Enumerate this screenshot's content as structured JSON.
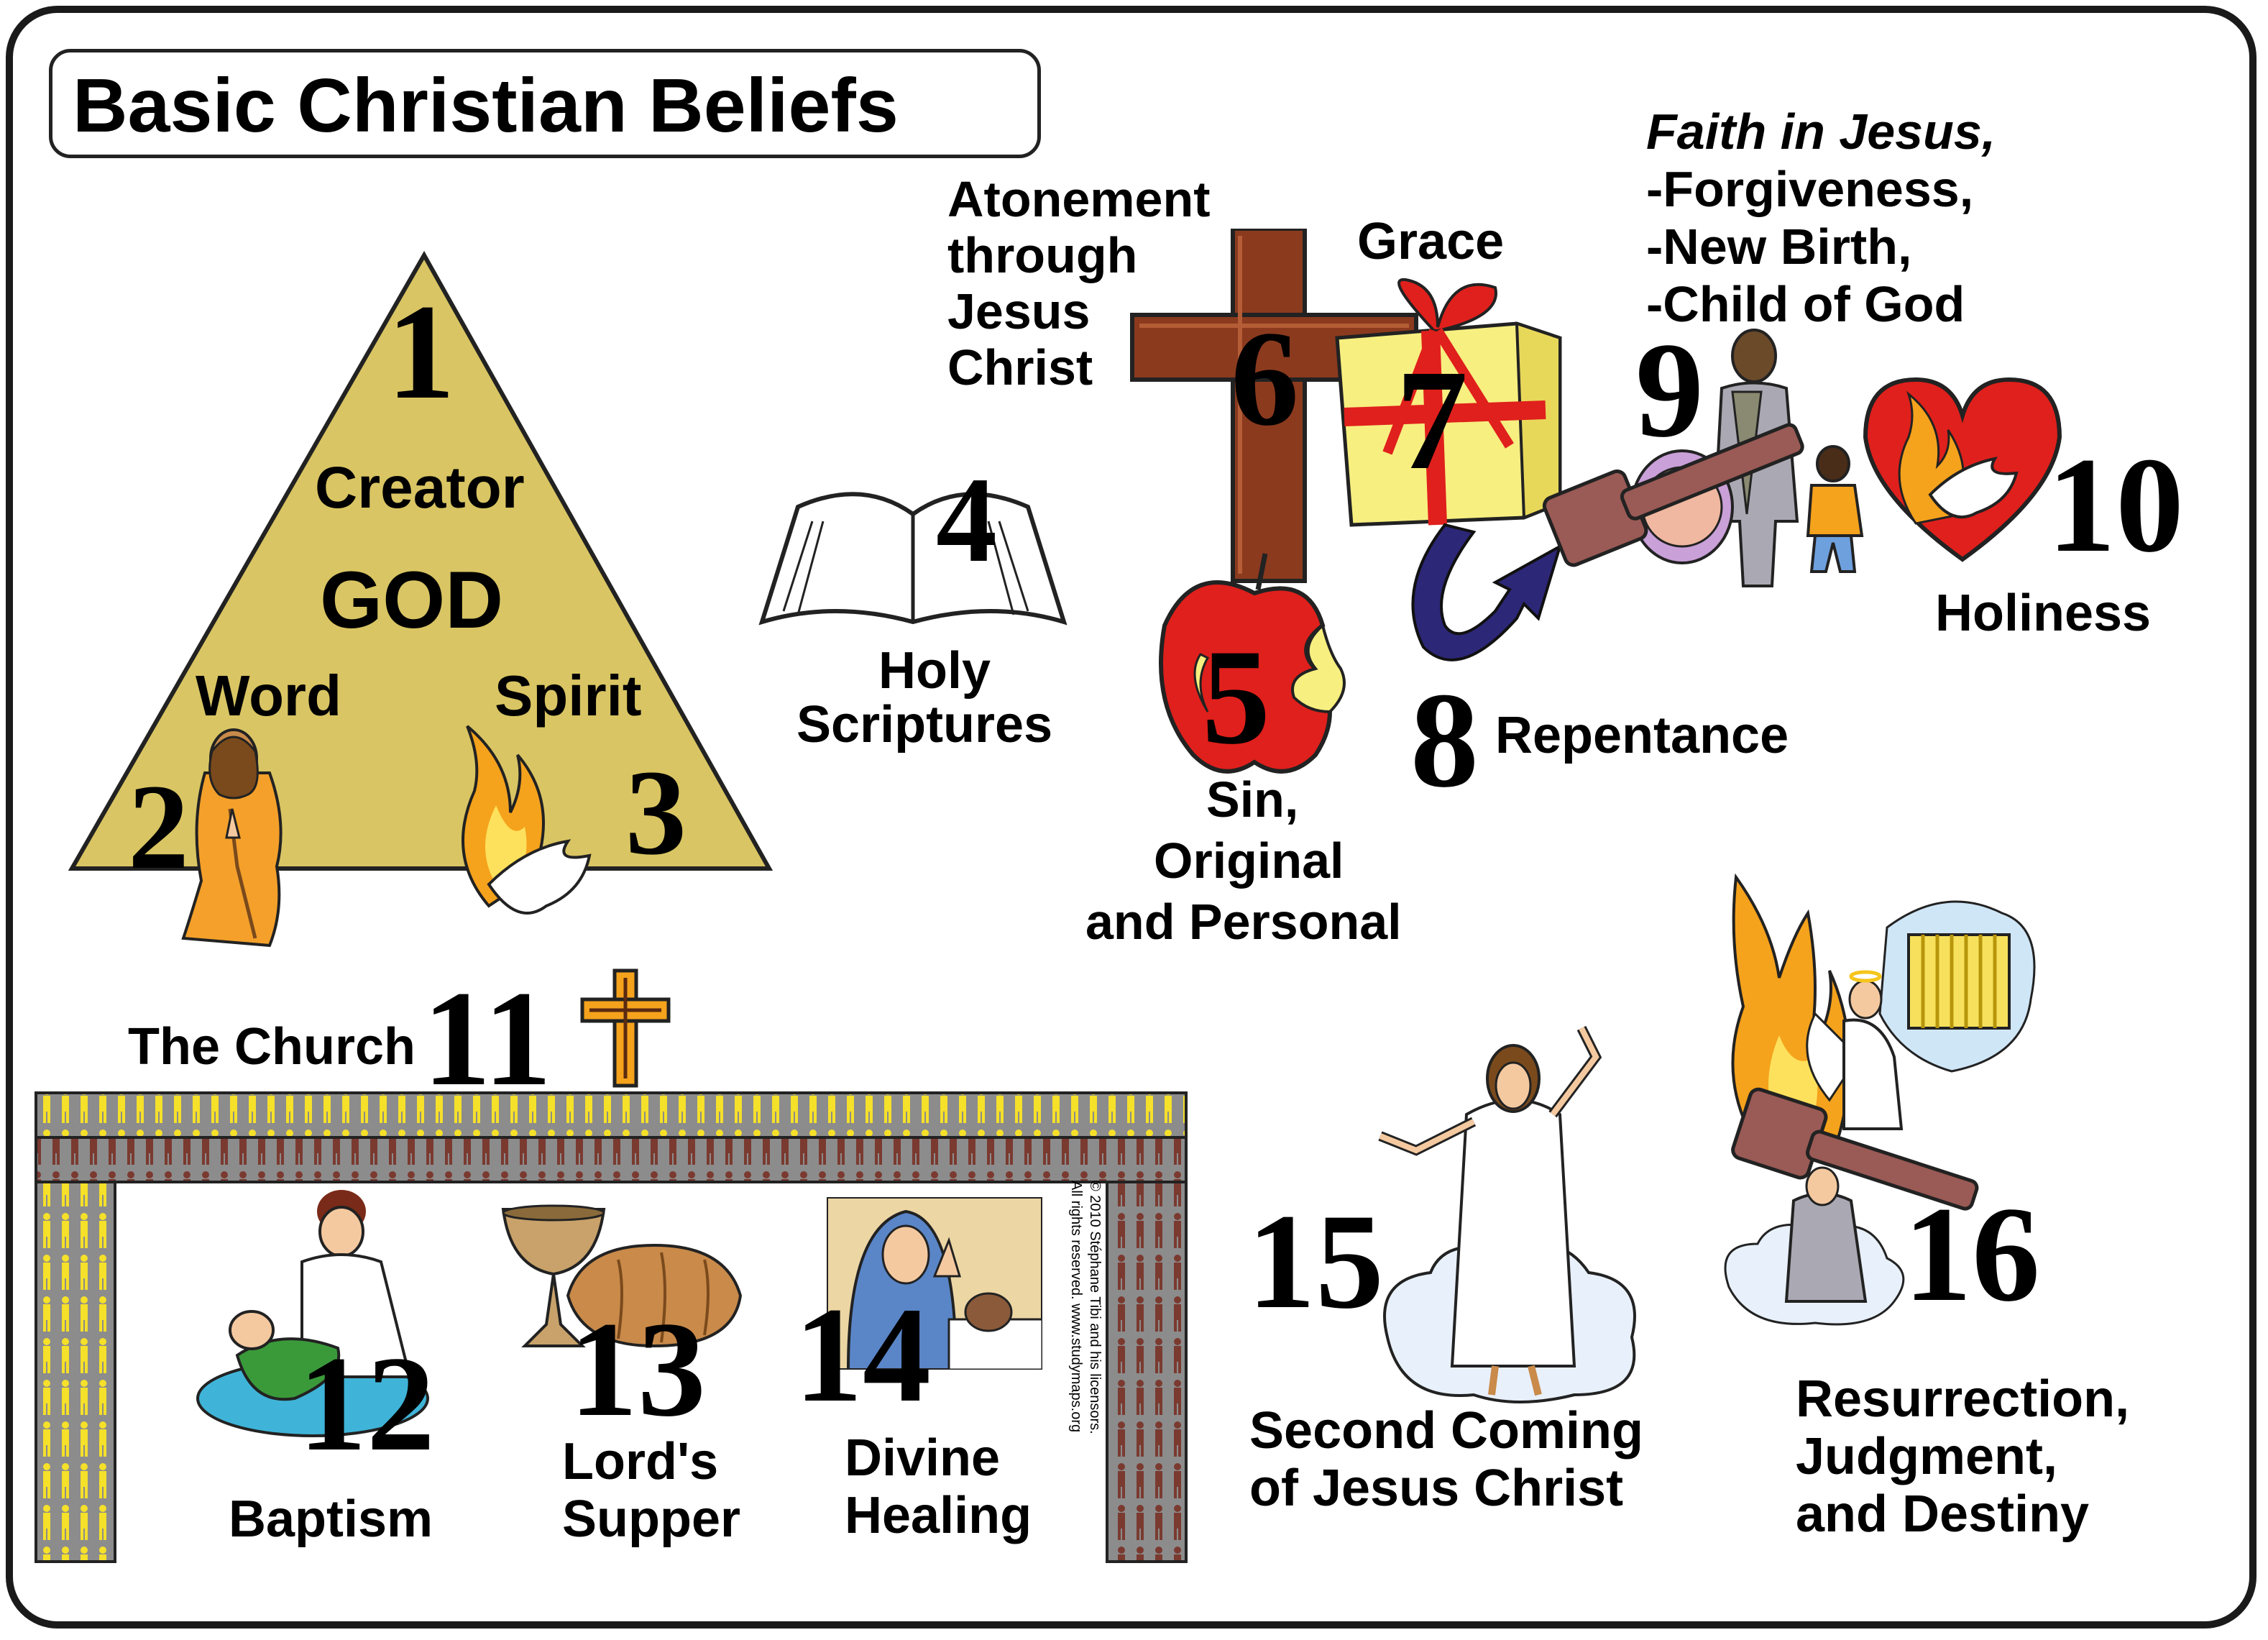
{
  "title": "Basic Christian Beliefs",
  "trinity": {
    "n1": "1",
    "creator": "Creator",
    "god": "GOD",
    "word": "Word",
    "n2": "2",
    "spirit": "Spirit",
    "n3": "3"
  },
  "items": {
    "n4": "4",
    "holy_scriptures": [
      "Holy",
      "Scriptures"
    ],
    "n5": "5",
    "sin": [
      "Sin,",
      "Original",
      "and Personal"
    ],
    "n6": "6",
    "atonement": [
      "Atonement",
      "through",
      "Jesus",
      "Christ"
    ],
    "n7": "7",
    "grace": "Grace",
    "n8": "8",
    "repentance": "Repentance",
    "n9": "9",
    "faith": {
      "lead": "Faith in Jesus,",
      "lines": [
        "-Forgiveness,",
        "-New Birth,",
        "-Child of God"
      ]
    },
    "n10": "10",
    "holiness": "Holiness",
    "n11": "11",
    "church": "The Church",
    "n12": "12",
    "baptism": "Baptism",
    "n13": "13",
    "lords_supper": [
      "Lord's",
      "Supper"
    ],
    "n14": "14",
    "divine_healing": [
      "Divine",
      "Healing"
    ],
    "n15": "15",
    "second_coming": [
      "Second Coming",
      "of Jesus Christ"
    ],
    "n16": "16",
    "resurrection": [
      "Resurrection,",
      "Judgment,",
      "and Destiny"
    ]
  },
  "copyright": [
    "© 2010 Stéphane Tibi and his licensors.",
    "All rights reserved.  www.studymaps.org"
  ],
  "colors": {
    "triangle": "#d9c563",
    "cross_wood": "#8b3a1e",
    "apple_red": "#e0201c",
    "gift_yellow": "#f7ef80",
    "ribbon_red": "#e0201c",
    "arrow_navy": "#2d2778",
    "gavel_brown": "#9a5a55",
    "heart_red": "#e0201c",
    "flame_orange": "#f5a21c",
    "wall_gray": "#8c8c8c"
  }
}
